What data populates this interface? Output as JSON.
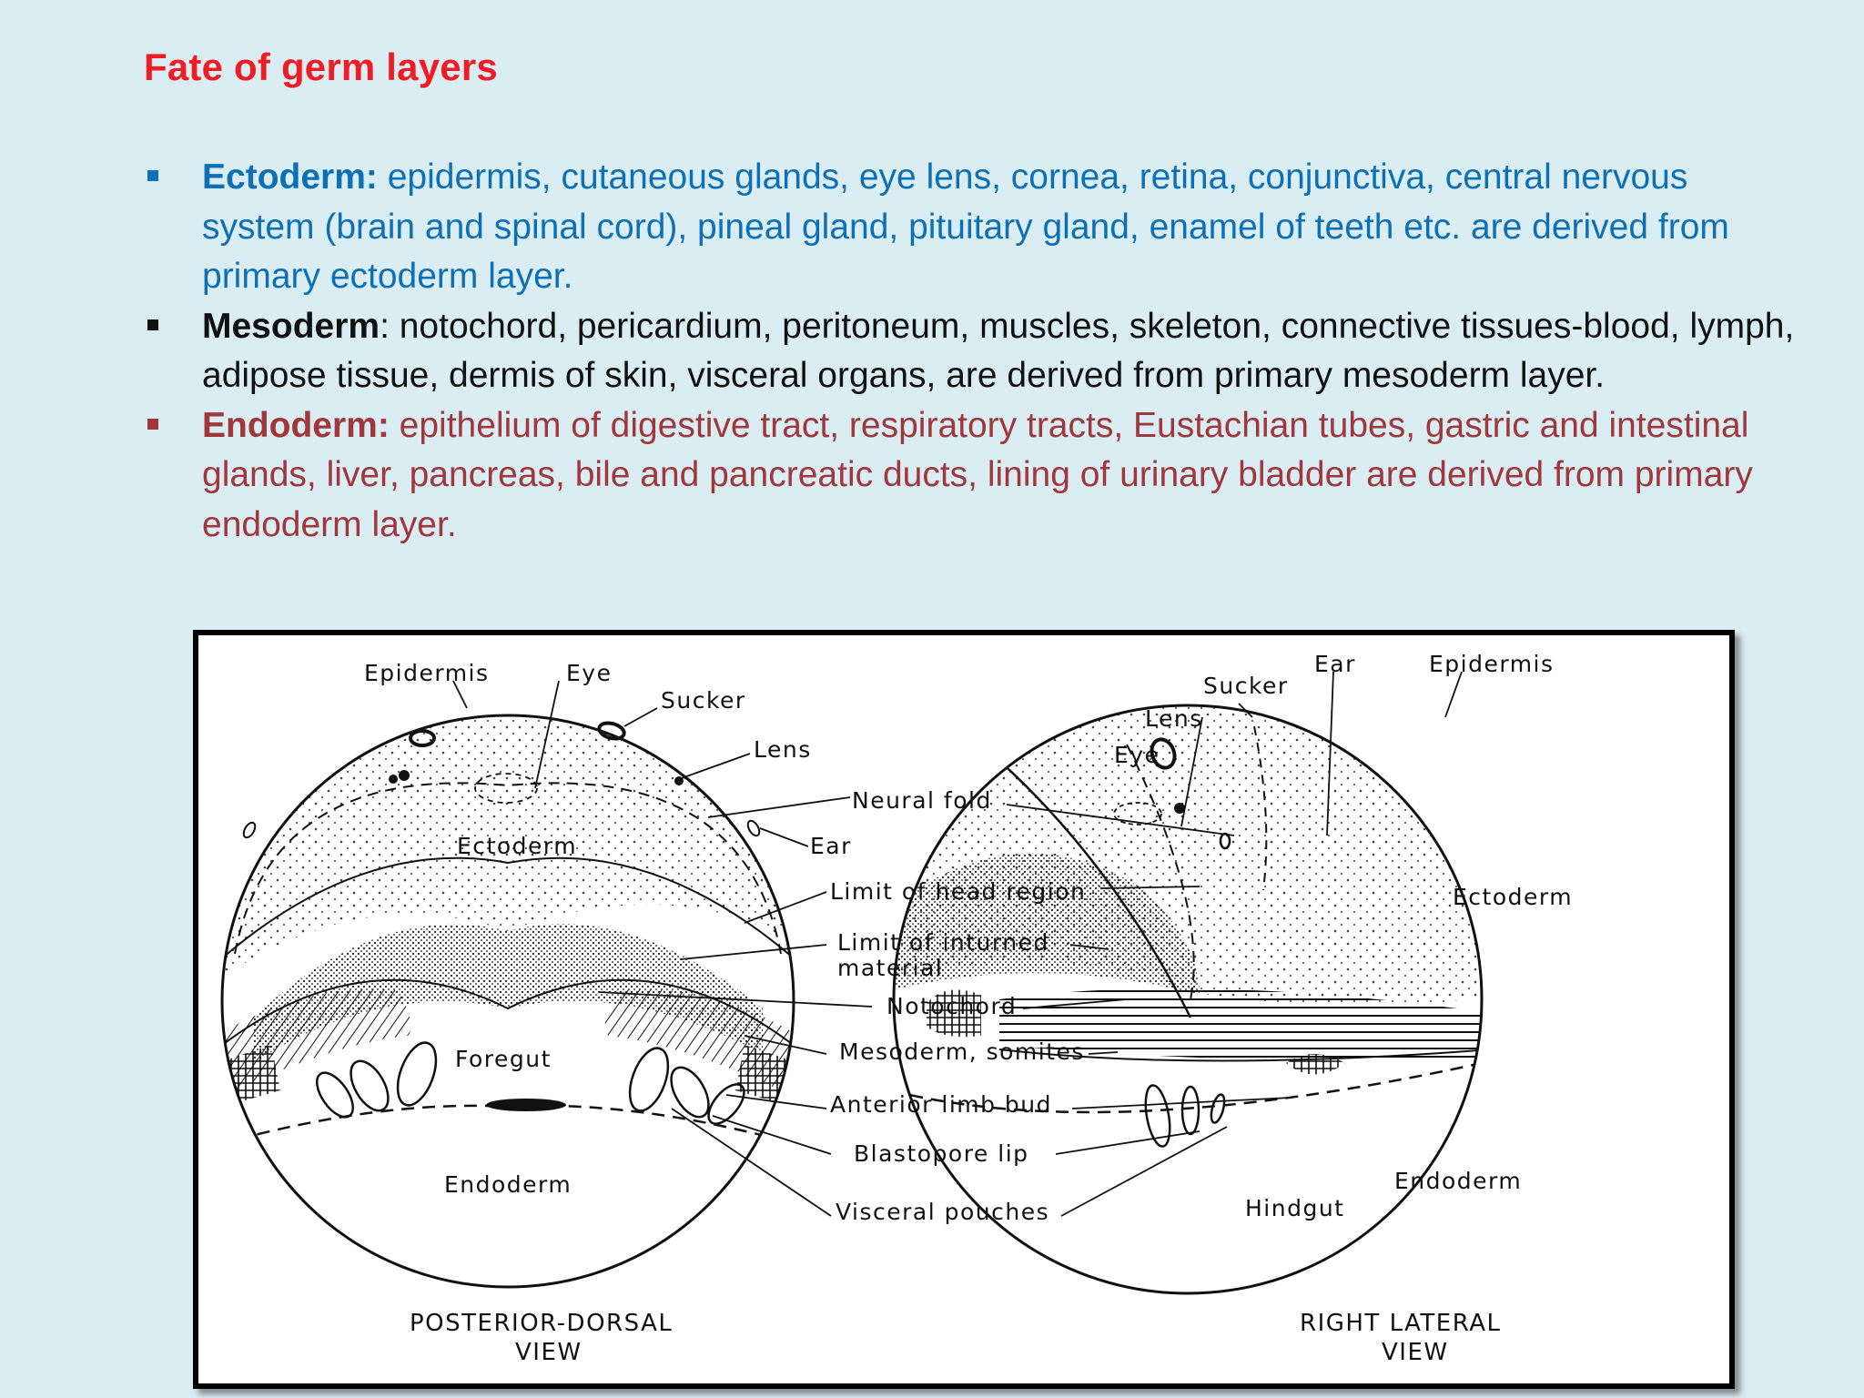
{
  "slide": {
    "title": "Fate of germ layers",
    "bullets": [
      {
        "term": "Ectoderm:",
        "text": " epidermis, cutaneous glands, eye lens, cornea, retina, conjunctiva, central nervous system (brain and spinal cord), pineal gland, pituitary gland, enamel of teeth etc. are derived from primary ectoderm layer.",
        "color": "#0d70b7"
      },
      {
        "term": "Mesoderm",
        "text": ": notochord, pericardium, peritoneum, muscles, skeleton, connective tissues-blood, lymph, adipose tissue, dermis of skin, visceral organs, are derived from primary mesoderm layer.",
        "color": "#111111"
      },
      {
        "term": "Endoderm:",
        "text": " epithelium of digestive tract, respiratory tracts, Eustachian tubes, gastric and intestinal glands, liver, pancreas, bile and pancreatic ducts, lining of urinary bladder are derived from primary endoderm layer.",
        "color": "#a0373c"
      }
    ]
  },
  "diagram": {
    "left_view": {
      "labels": {
        "epidermis": "Epidermis",
        "eye": "Eye",
        "sucker": "Sucker",
        "lens": "Lens",
        "ectoderm": "Ectoderm",
        "foregut": "Foregut",
        "endoderm": "Endoderm"
      },
      "caption_line1": "POSTERIOR-DORSAL",
      "caption_line2": "VIEW"
    },
    "center_labels": {
      "neural_fold": "Neural fold",
      "ear": "Ear",
      "limit_head": "Limit of head region",
      "limit_inturned_1": "Limit of inturned",
      "limit_inturned_2": "material",
      "notochord": "Notochord",
      "mesoderm": "Mesoderm, somites",
      "limb_bud": "Anterior limb bud",
      "blastopore": "Blastopore lip",
      "visceral": "Visceral pouches"
    },
    "right_view": {
      "labels": {
        "sucker": "Sucker",
        "ear": "Ear",
        "epidermis": "Epidermis",
        "lens": "Lens",
        "eye": "Eye",
        "ectoderm": "Ectoderm",
        "hindgut": "Hindgut",
        "endoderm": "Endoderm"
      },
      "caption_line1": "RIGHT LATERAL",
      "caption_line2": "VIEW"
    }
  }
}
